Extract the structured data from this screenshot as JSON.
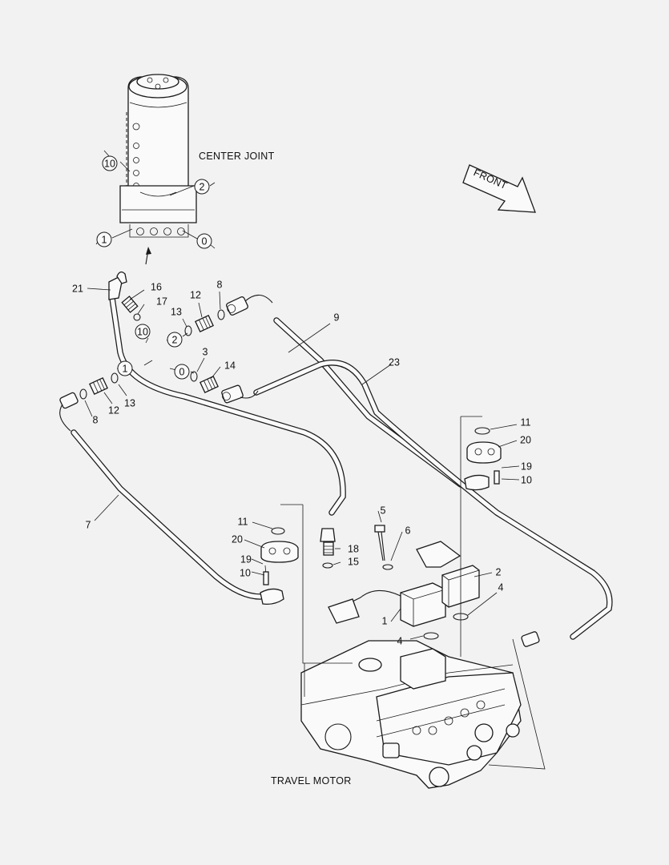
{
  "titles": {
    "center_joint": "CENTER JOINT",
    "travel_motor": "TRAVEL MOTOR",
    "front": "FRONT"
  },
  "callouts": [
    {
      "id": "cj-10",
      "text": "10",
      "circled": true
    },
    {
      "id": "cj-2",
      "text": "2",
      "circled": true
    },
    {
      "id": "cj-1",
      "text": "1",
      "circled": true
    },
    {
      "id": "cj-0",
      "text": "0",
      "circled": true
    },
    {
      "id": "p21",
      "text": "21",
      "circled": false
    },
    {
      "id": "p16",
      "text": "16",
      "circled": false
    },
    {
      "id": "p17",
      "text": "17",
      "circled": false
    },
    {
      "id": "c10b",
      "text": "10",
      "circled": true
    },
    {
      "id": "p12a",
      "text": "12",
      "circled": false
    },
    {
      "id": "p8a",
      "text": "8",
      "circled": false
    },
    {
      "id": "p13a",
      "text": "13",
      "circled": false
    },
    {
      "id": "c2b",
      "text": "2",
      "circled": true
    },
    {
      "id": "p9",
      "text": "9",
      "circled": false
    },
    {
      "id": "p3",
      "text": "3",
      "circled": false
    },
    {
      "id": "c0b",
      "text": "0",
      "circled": true
    },
    {
      "id": "p14",
      "text": "14",
      "circled": false
    },
    {
      "id": "c1b",
      "text": "1",
      "circled": true
    },
    {
      "id": "p23",
      "text": "23",
      "circled": false
    },
    {
      "id": "p8b",
      "text": "8",
      "circled": false
    },
    {
      "id": "p12b",
      "text": "12",
      "circled": false
    },
    {
      "id": "p13b",
      "text": "13",
      "circled": false
    },
    {
      "id": "p7",
      "text": "7",
      "circled": false
    },
    {
      "id": "p11a",
      "text": "11",
      "circled": false
    },
    {
      "id": "p20a",
      "text": "20",
      "circled": false
    },
    {
      "id": "p19a",
      "text": "19",
      "circled": false
    },
    {
      "id": "p10a",
      "text": "10",
      "circled": false
    },
    {
      "id": "p11b",
      "text": "11",
      "circled": false
    },
    {
      "id": "p20b",
      "text": "20",
      "circled": false
    },
    {
      "id": "p19b",
      "text": "19",
      "circled": false
    },
    {
      "id": "p10b",
      "text": "10",
      "circled": false
    },
    {
      "id": "p5",
      "text": "5",
      "circled": false
    },
    {
      "id": "p6",
      "text": "6",
      "circled": false
    },
    {
      "id": "p18",
      "text": "18",
      "circled": false
    },
    {
      "id": "p15",
      "text": "15",
      "circled": false
    },
    {
      "id": "p2",
      "text": "2",
      "circled": false
    },
    {
      "id": "p4a",
      "text": "4",
      "circled": false
    },
    {
      "id": "p1",
      "text": "1",
      "circled": false
    },
    {
      "id": "p4b",
      "text": "4",
      "circled": false
    }
  ]
}
